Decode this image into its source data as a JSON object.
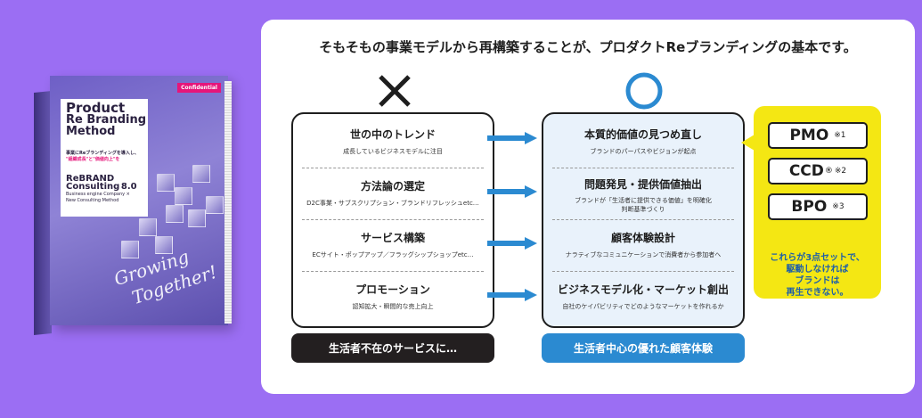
{
  "book": {
    "badge": "Confidential",
    "title_line1": "Product",
    "title_line2": "Re Branding",
    "title_line3": "Method",
    "subtitle_line1": "事業にReブランディングを導入し、",
    "subtitle_line2": "\"組織成長\"と\"価値向上\"を",
    "brand_name": "ReBRAND",
    "brand_line2": "Consulting",
    "brand_version": "8.0",
    "brand_line3": "Business engine Company ×",
    "brand_line4": "New Consulting Method",
    "script_line1": "Growing",
    "script_line2": "Together!"
  },
  "headline": "そもそもの事業モデルから再構築することが、プロダクトReブランディングの基本です。",
  "left_column": {
    "rows": [
      {
        "heading": "世の中のトレンド",
        "desc": "成長しているビジネスモデルに注目"
      },
      {
        "heading": "方法論の選定",
        "desc": "D2C事業・サブスクリプション・ブランドリフレッシュetc…"
      },
      {
        "heading": "サービス構築",
        "desc": "ECサイト・ポップアップ／フラッグシップショップetc…"
      },
      {
        "heading": "プロモーション",
        "desc": "認知拡大・瞬間的な売上向上"
      }
    ],
    "footer": "生活者不在のサービスに…"
  },
  "right_column": {
    "rows": [
      {
        "heading": "本質的価値の見つめ直し",
        "desc": "ブランドのパーパスやビジョンが起点"
      },
      {
        "heading": "問題発見・提供価値抽出",
        "desc": "ブランドが「生活者に提供できる価値」を明確化",
        "desc2": "判断基準づくり"
      },
      {
        "heading": "顧客体験設計",
        "desc": "ナラティブなコミュニケーションで消費者から参加者へ"
      },
      {
        "heading": "ビジネスモデル化・マーケット創出",
        "desc": "自社のケイパビリティでどのようなマーケットを作れるか"
      }
    ],
    "footer": "生活者中心の優れた顧客体験"
  },
  "sidebar": {
    "tags": [
      {
        "label": "PMO",
        "note": "※1"
      },
      {
        "label": "CCD",
        "reg": "®",
        "note": "※2"
      },
      {
        "label": "BPO",
        "note": "※3"
      }
    ],
    "note_line1": "これらが3点セットで、",
    "note_line2": "駆動しなければ",
    "note_line3": "ブランドは",
    "note_line4": "再生できない。"
  },
  "colors": {
    "background": "#9b6ef3",
    "accent_blue": "#2b8ad1",
    "yellow": "#f4e713",
    "dark": "#231f20"
  }
}
